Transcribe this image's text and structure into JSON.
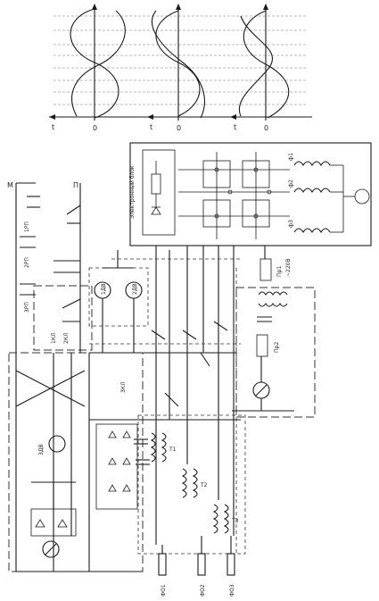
{
  "diagram": {
    "waveform_panel": {
      "axis_labels": [
        "0",
        "0",
        "0"
      ],
      "arrow_labels": [
        "t",
        "t",
        "t"
      ]
    },
    "control_panel": {
      "title": "Электронный блок"
    },
    "contacts_left": [
      "1РП",
      "2РП",
      "3РП",
      "1КЛ",
      "2КЛ",
      "3КЛ"
    ],
    "motors": [
      "1ДВ",
      "2ДВ",
      "3ДВ"
    ],
    "rails": [
      "М",
      "П"
    ],
    "transformers": [
      "Т1",
      "Т2",
      "Т3"
    ],
    "bottom_terminals": [
      "ФО1",
      "ФО2",
      "ФО3"
    ],
    "phase_labels": [
      "ф1",
      "ф2",
      "ф3"
    ],
    "mains_label": "~220В",
    "fuse_labels": [
      "Пр1",
      "Пр2"
    ]
  }
}
